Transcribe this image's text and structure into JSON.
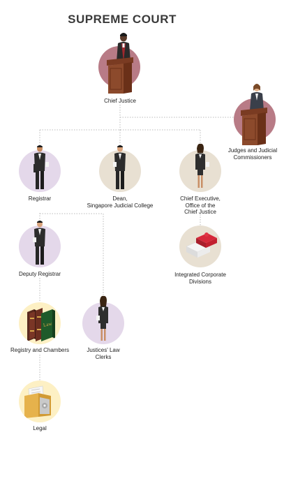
{
  "title": "SUPREME COURT",
  "colors": {
    "maroon": "#b87b86",
    "lavender": "#e4d8ea",
    "beige": "#e8e0d2",
    "cream": "#fdf0c4",
    "connector": "#b9b9b9"
  },
  "nodes": {
    "chief_justice": {
      "label": "Chief Justice",
      "icon": "judge-at-lectern-icon"
    },
    "judges": {
      "label": "Judges and Judicial\nCommissioners",
      "icon": "judge-at-lectern-icon"
    },
    "registrar": {
      "label": "Registrar",
      "icon": "official-standing-icon"
    },
    "dean": {
      "label": "Dean,\nSingapore Judicial College",
      "icon": "official-standing-icon"
    },
    "chief_executive": {
      "label": "Chief Executive,\nOffice of the\nChief Justice",
      "icon": "official-standing-icon"
    },
    "integrated_divisions": {
      "label": "Integrated Corporate\nDivisions",
      "icon": "puzzle-pieces-icon"
    },
    "deputy_registrar": {
      "label": "Deputy Registrar",
      "icon": "official-standing-icon"
    },
    "registry": {
      "label": "Registry and Chambers",
      "icon": "law-books-icon"
    },
    "law_clerks": {
      "label": "Justices' Law\nClerks",
      "icon": "clerk-standing-icon"
    },
    "legal": {
      "label": "Legal",
      "icon": "document-folder-icon"
    }
  }
}
